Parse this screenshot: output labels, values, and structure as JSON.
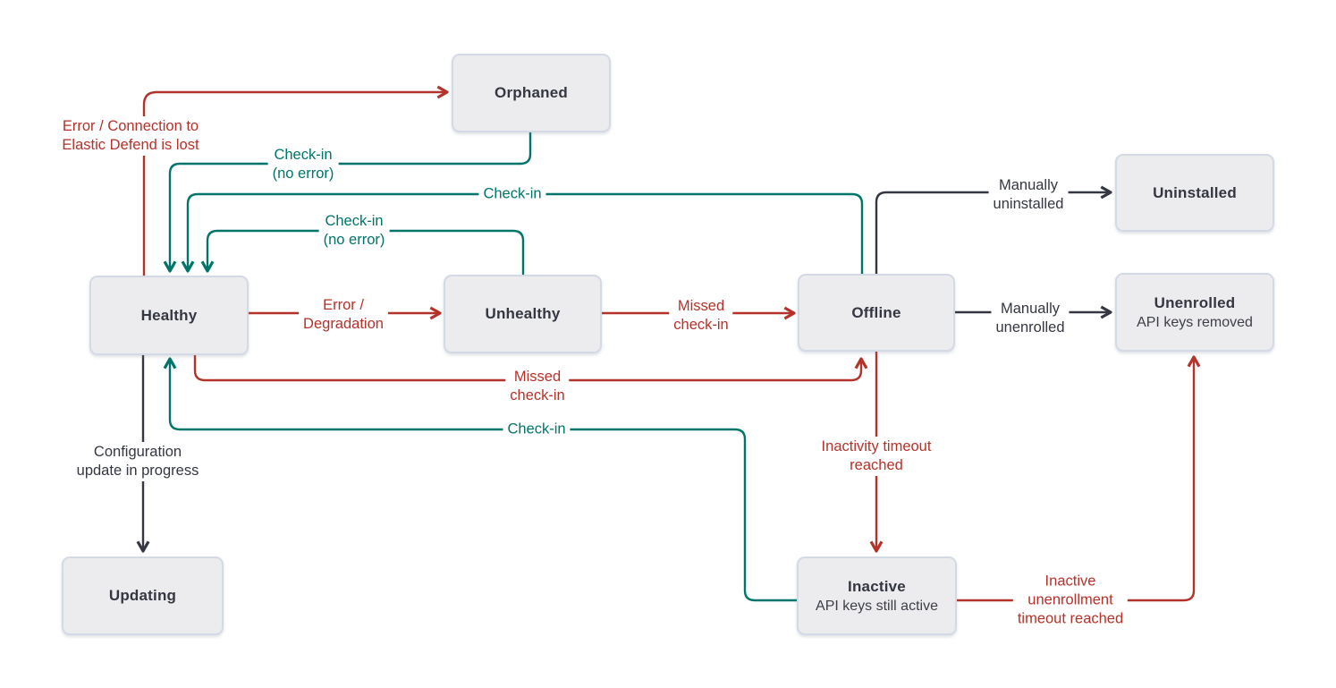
{
  "colors": {
    "red": "#b5322a",
    "teal": "#00756a",
    "black": "#343741",
    "box_fill": "#ececee",
    "box_border": "#d3dae6",
    "box_text": "#343741"
  },
  "states": {
    "orphaned": {
      "label": "Orphaned"
    },
    "uninstalled": {
      "label": "Uninstalled"
    },
    "healthy": {
      "label": "Healthy"
    },
    "unhealthy": {
      "label": "Unhealthy"
    },
    "offline": {
      "label": "Offline"
    },
    "unenrolled": {
      "label": "Unenrolled",
      "sublabel": "API keys removed"
    },
    "updating": {
      "label": "Updating"
    },
    "inactive": {
      "label": "Inactive",
      "sublabel": "API keys still active"
    }
  },
  "transitions": {
    "healthy_to_orphaned": {
      "label": "Error / Connection to\nElastic Defend is lost",
      "color": "red"
    },
    "orphaned_to_healthy": {
      "label": "Check-in\n(no error)",
      "color": "teal"
    },
    "offline_to_healthy": {
      "label": "Check-in",
      "color": "teal"
    },
    "unhealthy_to_healthy": {
      "label": "Check-in\n(no error)",
      "color": "teal"
    },
    "healthy_to_unhealthy": {
      "label": "Error /\nDegradation",
      "color": "red"
    },
    "unhealthy_to_offline": {
      "label": "Missed\ncheck-in",
      "color": "red"
    },
    "offline_to_uninstalled": {
      "label": "Manually\nuninstalled",
      "color": "black"
    },
    "offline_to_unenrolled": {
      "label": "Manually\nunenrolled",
      "color": "black"
    },
    "healthy_to_offline": {
      "label": "Missed\ncheck-in",
      "color": "red"
    },
    "inactive_to_healthy": {
      "label": "Check-in",
      "color": "teal"
    },
    "healthy_to_updating": {
      "label": "Configuration\nupdate in progress",
      "color": "black"
    },
    "offline_to_inactive": {
      "label": "Inactivity timeout\nreached",
      "color": "red"
    },
    "inactive_to_unenrolled": {
      "label": "Inactive\nunenrollment\ntimeout reached",
      "color": "red"
    }
  }
}
